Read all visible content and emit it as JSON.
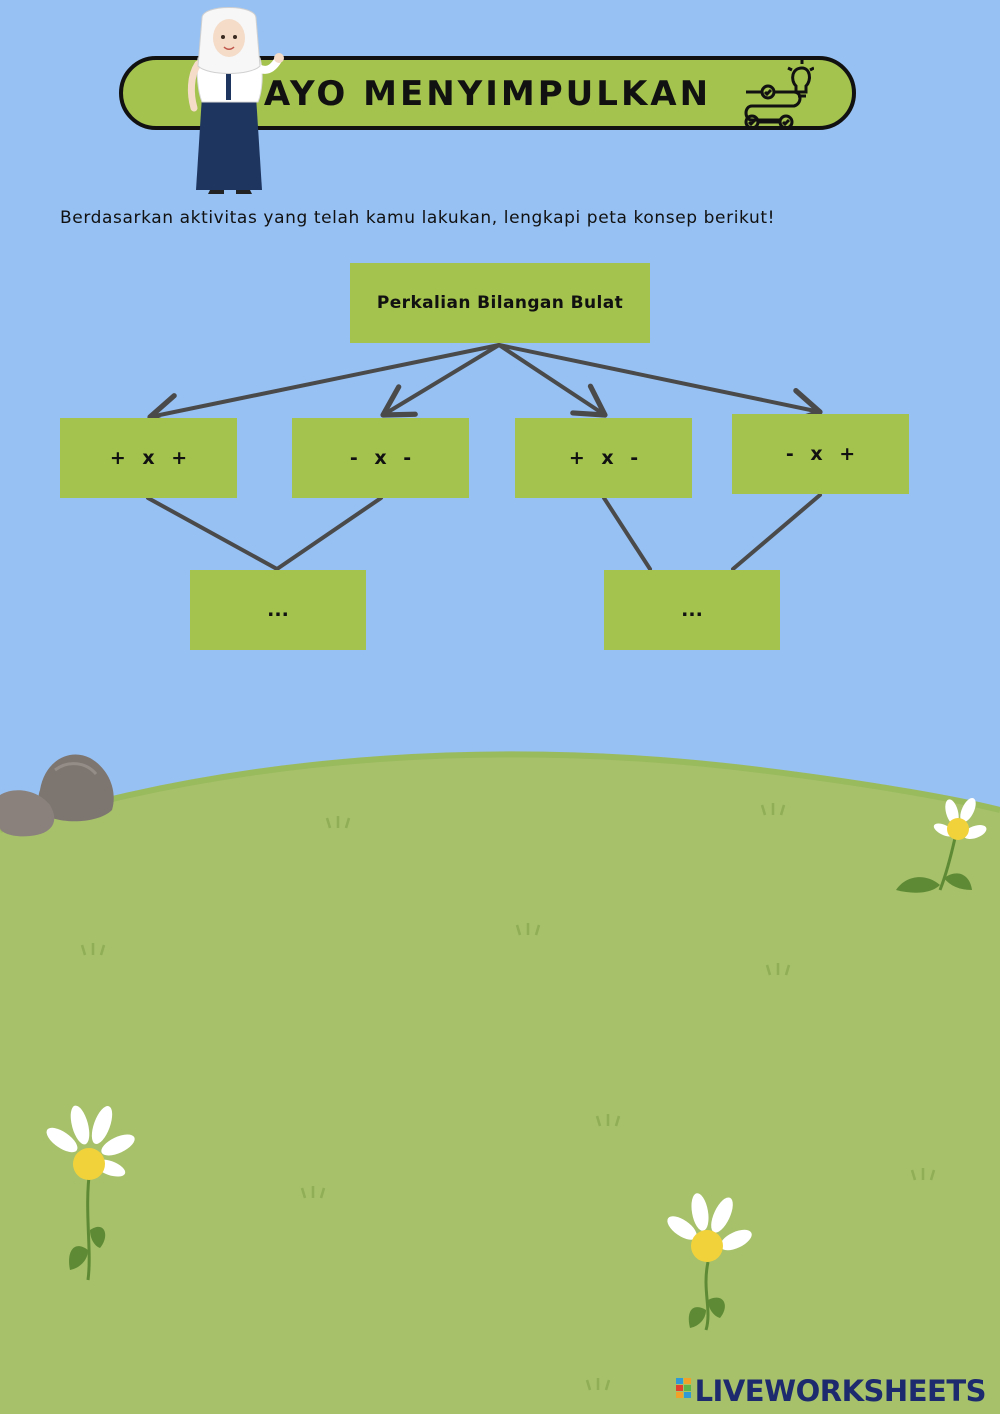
{
  "banner": {
    "title": "AYO MENYIMPULKAN"
  },
  "instruction": "Berdasarkan aktivitas yang telah kamu lakukan, lengkapi peta konsep berikut!",
  "concept_map": {
    "root": "Perkalian Bilangan Bulat",
    "branches": [
      {
        "label": "+ x +"
      },
      {
        "label": "- x -"
      },
      {
        "label": "+ x -"
      },
      {
        "label": "- x +"
      }
    ],
    "answers": [
      {
        "label": "..."
      },
      {
        "label": "..."
      }
    ]
  },
  "footer": {
    "brand": "LIVEWORKSHEETS"
  },
  "colors": {
    "sky": "#97c1f2",
    "grass": "#a6c16a",
    "box": "#a3c24e",
    "arrow": "#4a4a4a",
    "brand": "#1d2a6e"
  },
  "icons": [
    "teacher-illustration",
    "roadmap-lightbulb-icon",
    "rock",
    "daisy-flower",
    "grass-tuft",
    "liveworksheets-logo-icon"
  ]
}
